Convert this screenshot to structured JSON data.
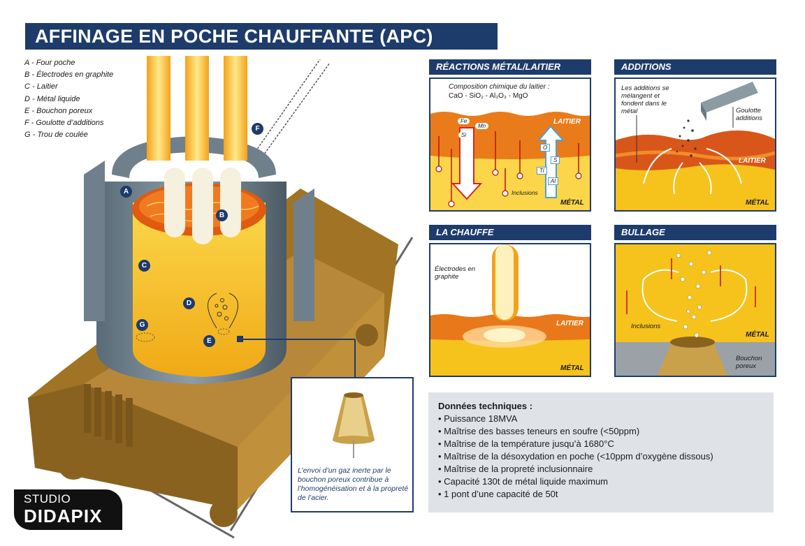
{
  "title": "AFFINAGE EN POCHE CHAUFFANTE (APC)",
  "legend": [
    "A - Four poche",
    "B - Électrodes en graphite",
    "C - Laitier",
    "D - Métal liquide",
    "E - Bouchon poreux",
    "F - Goulotte d’additions",
    "G - Trou de coulée"
  ],
  "badges": [
    "A",
    "B",
    "C",
    "D",
    "E",
    "F",
    "G"
  ],
  "callout_text": "L’envoi d’un gaz inerte par le bouchon poreux contribue à l’homogénéisation et à la propreté de l’acier.",
  "panels": {
    "reactions": {
      "title": "RÉACTIONS MÉTAL/LAITIER",
      "composition_label": "Composition chimique du laitier :",
      "formula": "CaO - SiO₂ - Al₂O₃ - MgO",
      "laitier": "LAITIER",
      "metal": "MÉTAL",
      "inclusions": "Inclusions",
      "elements_down": [
        "Fe",
        "Mn",
        "Si"
      ],
      "elements_up": [
        "O",
        "S",
        "Ti",
        "Al"
      ]
    },
    "additions": {
      "title": "ADDITIONS",
      "note": "Les additions se mélangent et fondent dans le métal",
      "goulotte": "Goulotte additions",
      "laitier": "LAITIER",
      "metal": "MÉTAL"
    },
    "chauffe": {
      "title": "LA CHAUFFE",
      "electrodes": "Électrodes en graphite",
      "laitier": "LAITIER",
      "metal": "MÉTAL"
    },
    "bullage": {
      "title": "BULLAGE",
      "inclusions": "Inclusions",
      "metal": "MÉTAL",
      "bouchon": "Bouchon poreux"
    }
  },
  "tech": {
    "heading": "Données techniques :",
    "items": [
      "Puissance 18MVA",
      "Maîtrise des basses teneurs en soufre (<50ppm)",
      "Maîtrise de la température jusqu’à 1680°C",
      "Maîtrise de la désoxydation en poche (<10ppm d’oxygène dissous)",
      "Maîtrise de la propreté inclusionnaire",
      "Capacité 130t de métal liquide maximum",
      "1 pont d’une capacité de 50t"
    ]
  },
  "logo": {
    "line1": "STUDIO",
    "line2": "DIDAPIX"
  },
  "colors": {
    "navy": "#1d3b6b",
    "slag": "#e05a10",
    "metal": "#f7c21a",
    "brown": "#a07424"
  }
}
